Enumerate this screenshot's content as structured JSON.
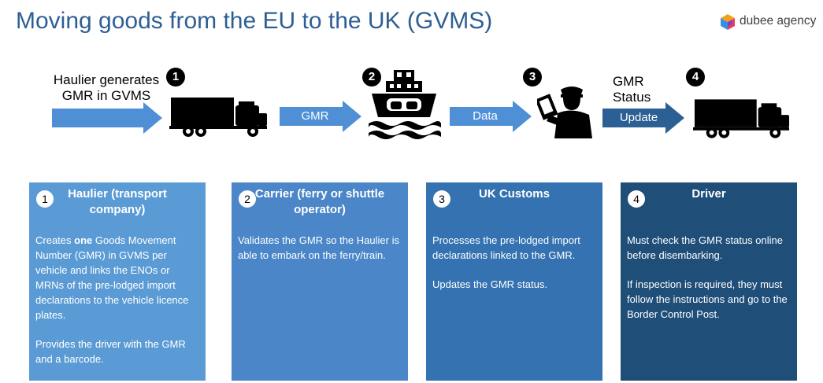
{
  "title": "Moving goods from the EU to the UK (GVMS)",
  "logo": {
    "text": "dubee agency",
    "colors": [
      "#f4a11a",
      "#e23b6b",
      "#3a8ee6",
      "#7b3fc7"
    ]
  },
  "flow": {
    "haulier_label": "Haulier generates GMR in GVMS",
    "gmr_arrow": "GMR",
    "data_arrow": "Data",
    "status_label": "GMR Status",
    "update_arrow": "Update",
    "badges": [
      "1",
      "2",
      "3",
      "4"
    ]
  },
  "colors": {
    "arrow_light": "#4f8fd6",
    "arrow_dark": "#2c5f93",
    "card1": "#5b9bd5",
    "card2": "#4a86c8",
    "card3": "#3472b1",
    "card4": "#1f4e79"
  },
  "cards": [
    {
      "num": "1",
      "title": "Haulier (transport company)",
      "body_pre": "Creates ",
      "body_bold": "one",
      "body_post": " Goods Movement Number (GMR) in GVMS per vehicle and links the ENOs or MRNs of the pre-lodged import declarations to the vehicle licence plates.",
      "body2": "Provides the driver with the GMR and a barcode."
    },
    {
      "num": "2",
      "title": "Carrier (ferry or shuttle operator)",
      "body1": "Validates the GMR so the Haulier is able to embark on the ferry/train."
    },
    {
      "num": "3",
      "title": "UK Customs",
      "body1": "Processes the pre-lodged import declarations linked to the GMR.",
      "body2": "Updates the GMR status."
    },
    {
      "num": "4",
      "title": "Driver",
      "body1": "Must check the GMR status online before disembarking.",
      "body2": "If inspection is required, they must follow the instructions and go to the Border Control Post."
    }
  ]
}
